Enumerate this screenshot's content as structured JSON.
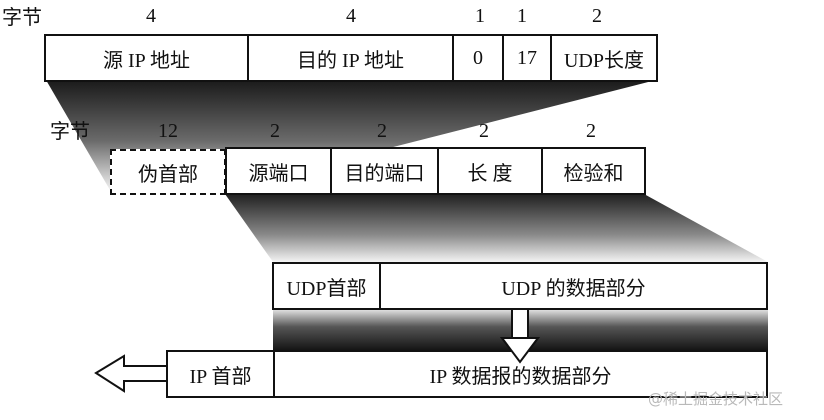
{
  "byte_label": "字节",
  "pseudo_header": {
    "sizes": [
      "4",
      "4",
      "1",
      "1",
      "2"
    ],
    "fields": [
      "源 IP 地址",
      "目的 IP 地址",
      "0",
      "17",
      "UDP长度"
    ]
  },
  "udp_header": {
    "sizes": [
      "12",
      "2",
      "2",
      "2",
      "2"
    ],
    "pseudo_label": "伪首部",
    "fields": [
      "源端口",
      "目的端口",
      "长 度",
      "检验和"
    ]
  },
  "udp_datagram": {
    "header_label": "UDP首部",
    "data_label": "UDP 的数据部分"
  },
  "ip_datagram": {
    "header_label": "IP 首部",
    "data_label": "IP 数据报的数据部分"
  },
  "watermark": "@稀土掘金技术社区",
  "colors": {
    "line": "#111111",
    "shade_dark": "#1a1a1a",
    "watermark": "#b9b9b9"
  }
}
